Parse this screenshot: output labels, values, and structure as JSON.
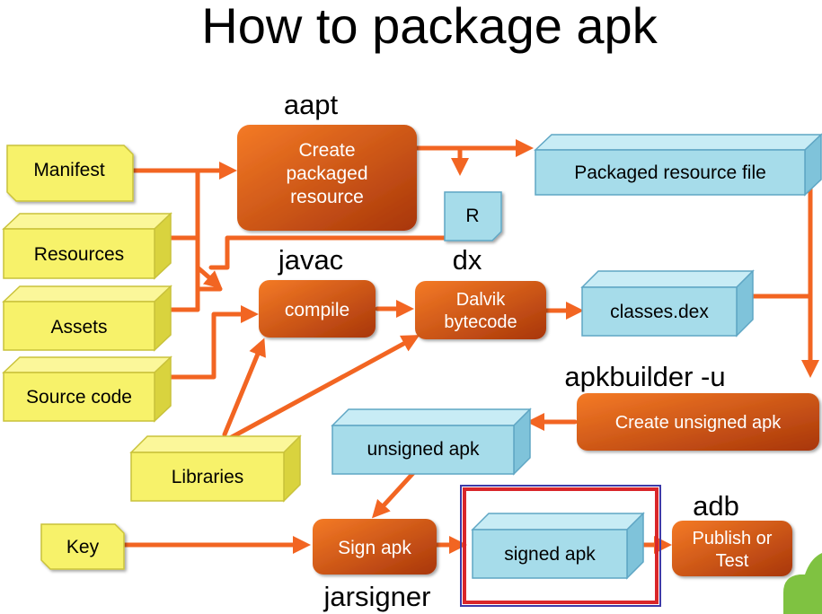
{
  "title": "How to package apk",
  "tools": {
    "aapt": "aapt",
    "javac": "javac",
    "dx": "dx",
    "apkbuilder": "apkbuilder -u",
    "adb": "adb",
    "jarsigner": "jarsigner"
  },
  "inputs": {
    "manifest": "Manifest",
    "resources": "Resources",
    "assets": "Assets",
    "source_code": "Source code",
    "libraries": "Libraries",
    "key": "Key",
    "r": "R"
  },
  "steps": {
    "create_packaged_resource": [
      "Create",
      "packaged",
      "resource"
    ],
    "compile": "compile",
    "dalvik_bytecode": [
      "Dalvik",
      "bytecode"
    ],
    "create_unsigned_apk": "Create unsigned apk",
    "sign_apk": "Sign apk",
    "publish_or_test": [
      "Publish or",
      "Test"
    ]
  },
  "outputs": {
    "packaged_resource_file": "Packaged resource file",
    "classes_dex": "classes.dex",
    "unsigned_apk": "unsigned apk",
    "signed_apk": "signed apk"
  },
  "colors": {
    "arrow": "#f26522",
    "input_fill": "#f7f26a",
    "input_stroke": "#c9c23a",
    "step_fill_light": "#f07a2c",
    "step_fill_dark": "#b33a04",
    "output_fill": "#a6dcea",
    "output_stroke": "#5fa6c4",
    "highlight_red": "#d9262a",
    "highlight_blue": "#3d3aa8",
    "android_green": "#7fc241"
  }
}
